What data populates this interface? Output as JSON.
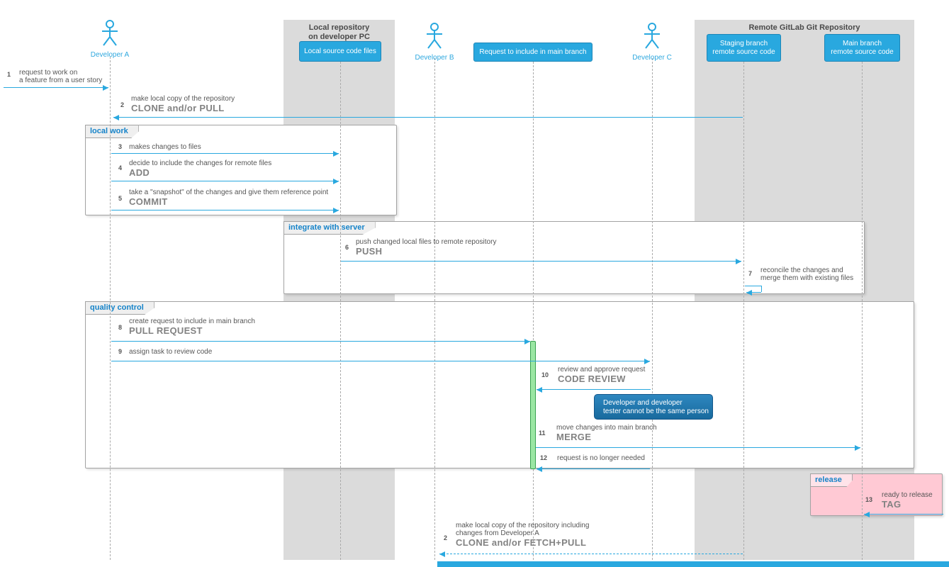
{
  "bands": [
    {
      "title_lines": [
        "Local repository",
        "on developer PC"
      ]
    },
    {
      "title_lines": [
        "Remote GitLab Git Repository",
        ""
      ]
    }
  ],
  "actors": [
    {
      "label": "Developer A"
    },
    {
      "label": "Developer B"
    },
    {
      "label": "Developer C"
    }
  ],
  "participants": [
    {
      "lines": [
        "Local source code files",
        ""
      ]
    },
    {
      "lines": [
        "Request to include in main branch",
        ""
      ]
    },
    {
      "lines": [
        "Staging branch",
        "remote source code"
      ]
    },
    {
      "lines": [
        "Main branch",
        "remote source code"
      ]
    }
  ],
  "groups": {
    "local_work": "local work",
    "integrate": "integrate with server",
    "quality": "quality control",
    "release": "release"
  },
  "messages": [
    {
      "num": "1",
      "lines": [
        "request to work on",
        "a feature from a user story"
      ],
      "keyword": ""
    },
    {
      "num": "2",
      "lines": [
        "make local copy of the repository",
        ""
      ],
      "keyword": "CLONE and/or PULL"
    },
    {
      "num": "3",
      "lines": [
        "makes changes to files",
        ""
      ],
      "keyword": ""
    },
    {
      "num": "4",
      "lines": [
        "decide to include the changes for remote files",
        ""
      ],
      "keyword": "ADD"
    },
    {
      "num": "5",
      "lines": [
        "take a \"snapshot\" of the changes and give them reference point",
        ""
      ],
      "keyword": "COMMIT"
    },
    {
      "num": "6",
      "lines": [
        "push changed local files to remote repository",
        ""
      ],
      "keyword": "PUSH"
    },
    {
      "num": "7",
      "lines": [
        "reconcile the changes and",
        "merge them with existing files"
      ],
      "keyword": ""
    },
    {
      "num": "8",
      "lines": [
        "create request to include in main branch",
        ""
      ],
      "keyword": "PULL REQUEST"
    },
    {
      "num": "9",
      "lines": [
        "assign task to review code",
        ""
      ],
      "keyword": ""
    },
    {
      "num": "10",
      "lines": [
        "review and approve request",
        ""
      ],
      "keyword": "CODE REVIEW"
    },
    {
      "num": "11",
      "lines": [
        "move changes into main branch",
        ""
      ],
      "keyword": "MERGE"
    },
    {
      "num": "12",
      "lines": [
        "request is no longer needed",
        ""
      ],
      "keyword": ""
    },
    {
      "num": "13",
      "lines": [
        "ready to release",
        ""
      ],
      "keyword": "TAG"
    },
    {
      "num": "2",
      "lines": [
        "make local copy of the repository including",
        "changes from Developer A"
      ],
      "keyword": "CLONE and/or FETCH+PULL"
    }
  ],
  "note": {
    "lines": [
      "Developer and developer",
      "tester cannot be the same person"
    ]
  },
  "colors": {
    "accent": "#29A8DF",
    "band": "#DBDBDB",
    "note_bg": "#1F72A8",
    "release_bg": "#FFC9D4",
    "activation_green": "#9BE6A3",
    "keyword_text": "#828282",
    "message_text": "#565656"
  }
}
